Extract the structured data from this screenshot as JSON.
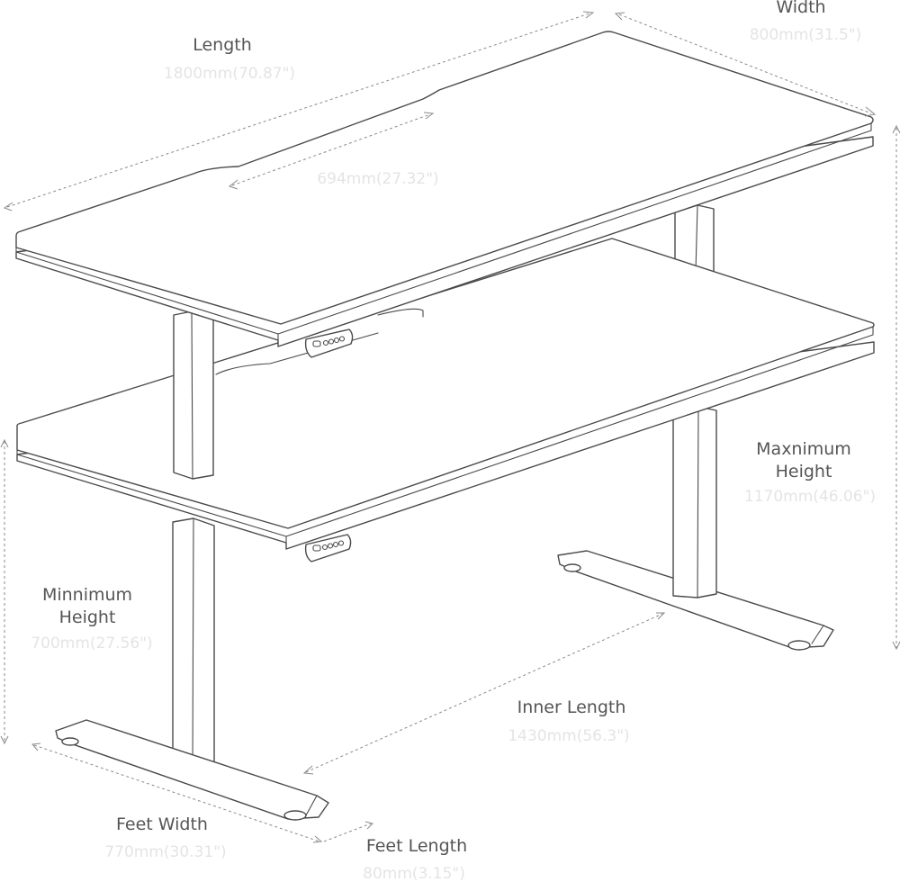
{
  "labels": {
    "width_title": "Width",
    "width_value": "800mm(31.5\")",
    "length_title": "Length",
    "length_value": "1800mm(70.87\")",
    "cutout_value": "694mm(27.32\")",
    "max_height_line1": "Maxnimum",
    "max_height_line2": "Height",
    "max_height_value": "1170mm(46.06\")",
    "min_height_line1": "Minnimum",
    "min_height_line2": "Height",
    "min_height_value": "700mm(27.56\")",
    "inner_length_title": "Inner Length",
    "inner_length_value": "1430mm(56.3\")",
    "feet_width_title": "Feet Width",
    "feet_width_value": "770mm(30.31\")",
    "feet_length_title": "Feet Length",
    "feet_length_value": "80mm(3.15\")"
  },
  "colors": {
    "outline": "#4a4a4a",
    "dimension_line": "#8a8a8a",
    "label_text": "#555555",
    "value_text": "#e4e4e4"
  }
}
